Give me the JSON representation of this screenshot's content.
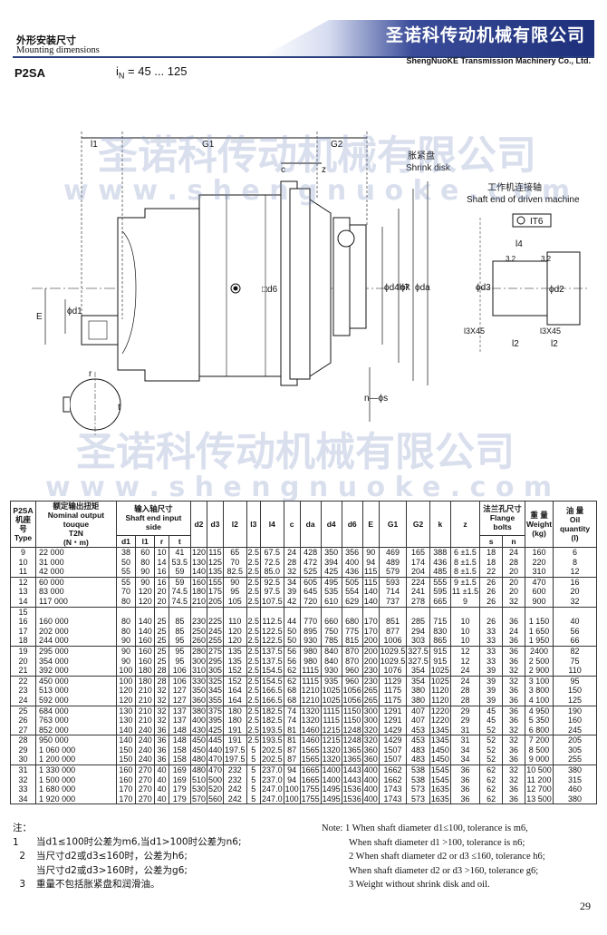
{
  "header": {
    "left_cn": "外形安装尺寸",
    "left_en": "Mounting dimensions",
    "company_cn": "圣诺科传动机械有限公司",
    "company_en": "ShengNuoKE Transmission Machinery Co., Ltd."
  },
  "model": "P2SA",
  "ratio": {
    "symbol": "i",
    "sub": "N",
    "range": "= 45 ... 125"
  },
  "watermark": {
    "cn": "圣诺科传动机械有限公司",
    "en": "w w w . s h e n g n u o k e . c o m"
  },
  "drawing_labels": {
    "l1": "l1",
    "g1": "G1",
    "g2": "G2",
    "c": "c",
    "z": "z",
    "shrink_cn": "胀紧盘",
    "shrink_en": "Shrink disk",
    "driven_cn": "工作机连接轴",
    "driven_en": "Shaft end of driven machine",
    "it6": "IT6",
    "l4": "l4",
    "r32a": "3.2",
    "r32b": "3.2",
    "d3": "ϕd3",
    "d2": "ϕd2",
    "l3x45a": "l3X45",
    "l3x45b": "l3X45",
    "l2a": "l2",
    "l2b": "l2",
    "d6": "□d6",
    "d4h7": "ϕd4h7",
    "k": "ϕk",
    "da": "ϕda",
    "d1": "ϕd1",
    "E": "E",
    "ns": "n—ϕs",
    "r": "r",
    "t": "t"
  },
  "table": {
    "head": {
      "type_cn": "P2SA",
      "type_cn2": "机座号",
      "type_en": "Type",
      "torque_cn": "额定输出扭矩",
      "torque_en": "Nominal output touque",
      "torque_sym": "T2N",
      "torque_unit": "(N・m)",
      "input_cn": "输入轴尺寸",
      "input_en": "Shaft end input side",
      "d1": "d1",
      "l1": "l1",
      "r": "r",
      "t": "t",
      "d2": "d2",
      "d3": "d3",
      "l2": "l2",
      "l3": "l3",
      "l4": "l4",
      "c": "c",
      "da": "da",
      "d4": "d4",
      "d6": "d6",
      "E": "E",
      "G1": "G1",
      "G2": "G2",
      "k": "k",
      "z": "z",
      "flange_cn": "法兰孔尺寸",
      "flange_en": "Flange bolts",
      "s": "s",
      "n": "n",
      "weight_cn": "重 量",
      "weight_en": "Weight",
      "weight_unit": "(kg)",
      "oil_cn": "油 量",
      "oil_en": "Oil quantity",
      "oil_unit": "(l)"
    },
    "groups": [
      {
        "type": "9\n10\n11",
        "t2n": "22 000\n31 000\n42 000",
        "d1": "38\n50\n55",
        "l1": "60\n80\n90",
        "r": "10\n14\n16",
        "t": "41\n53.5\n59",
        "d2": "120\n130\n140",
        "d3": "115\n125\n135",
        "l2": "65\n70\n82.5",
        "l3": "2.5\n2.5\n2.5",
        "l4": "67.5\n72.5\n85.0",
        "c": "24\n28\n32",
        "da": "428\n472\n525",
        "d4": "350\n394\n425",
        "d6": "356\n400\n436",
        "E": "90\n94\n115",
        "G1": "469\n489\n579",
        "G2": "165\n174\n204",
        "k": "388\n436\n485",
        "z": "6 ±1.5\n8 ±1.5\n8 ±1.5",
        "s": "18\n18\n22",
        "n": "24\n28\n20",
        "w": "160\n220\n310",
        "oil": "6\n8\n12"
      },
      {
        "type": "12\n13\n14",
        "t2n": "60 000\n83 000\n117 000",
        "d1": "55\n70\n80",
        "l1": "90\n120\n120",
        "r": "16\n20\n20",
        "t": "59\n74.5\n74.5",
        "d2": "160\n180\n210",
        "d3": "155\n175\n205",
        "l2": "90\n95\n105",
        "l3": "2.5\n2.5\n2.5",
        "l4": "92.5\n97.5\n107.5",
        "c": "34\n39\n42",
        "da": "605\n645\n720",
        "d4": "495\n535\n610",
        "d6": "505\n554\n629",
        "E": "115\n140\n140",
        "G1": "593\n714\n737",
        "G2": "224\n241\n278",
        "k": "555\n595\n665",
        "z": "9 ±1.5\n11 ±1.5\n9",
        "s": "26\n26\n26",
        "n": "20\n20\n32",
        "w": "470\n600\n900",
        "oil": "16\n20\n32"
      },
      {
        "type": "15\n16\n17\n18",
        "t2n": "\n160 000\n202 000\n244 000",
        "d1": "\n80\n80\n90",
        "l1": "\n140\n140\n160",
        "r": "\n25\n25\n25",
        "t": "\n85\n85\n95",
        "d2": "\n230\n250\n260",
        "d3": "\n225\n245\n255",
        "l2": "\n110\n120\n120",
        "l3": "\n2.5\n2.5\n2.5",
        "l4": "\n112.5\n122.5\n122.5",
        "c": "\n44\n50\n50",
        "da": "\n770\n895\n930",
        "d4": "\n660\n750\n785",
        "d6": "\n680\n775\n815",
        "E": "\n170\n170\n200",
        "G1": "\n851\n877\n1006",
        "G2": "\n285\n294\n303",
        "k": "\n715\n830\n865",
        "z": "\n10\n10\n10",
        "s": "\n26\n33\n33",
        "n": "\n36\n24\n36",
        "w": "\n1 150\n1 650\n1 950",
        "oil": "\n40\n56\n66"
      },
      {
        "type": "19\n20\n21",
        "t2n": "295 000\n354 000\n392 000",
        "d1": "90\n90\n100",
        "l1": "160\n160\n180",
        "r": "25\n25\n28",
        "t": "95\n95\n106",
        "d2": "280\n300\n310",
        "d3": "275\n295\n305",
        "l2": "135\n135\n152",
        "l3": "2.5\n2.5\n2.5",
        "l4": "137.5\n137.5\n154.5",
        "c": "56\n56\n62",
        "da": "980\n980\n1115",
        "d4": "840\n840\n930",
        "d6": "870\n870\n960",
        "E": "200\n200\n230",
        "G1": "1029.5\n1029.5\n1076",
        "G2": "327.5\n327.5\n354",
        "k": "915\n915\n1025",
        "z": "12\n12\n24",
        "s": "33\n33\n39",
        "n": "36\n36\n32",
        "w": "2400\n2 500\n2 900",
        "oil": "82\n75\n110"
      },
      {
        "type": "22\n23\n24",
        "t2n": "450 000\n513 000\n592 000",
        "d1": "100\n120\n120",
        "l1": "180\n210\n210",
        "r": "28\n32\n32",
        "t": "106\n127\n127",
        "d2": "330\n350\n360",
        "d3": "325\n345\n355",
        "l2": "152\n164\n164",
        "l3": "2.5\n2.5\n2.5",
        "l4": "154.5\n166.5\n166.5",
        "c": "62\n68\n68",
        "da": "1115\n1210\n1210",
        "d4": "935\n1025\n1025",
        "d6": "960\n1056\n1056",
        "E": "230\n265\n265",
        "G1": "1129\n1175\n1175",
        "G2": "354\n380\n380",
        "k": "1025\n1120\n1120",
        "z": "24\n28\n28",
        "s": "39\n39\n39",
        "n": "32\n36\n36",
        "w": "3 100\n3 800\n4 100",
        "oil": "95\n150\n125"
      },
      {
        "type": "25\n26\n27",
        "t2n": "684 000\n763 000\n852 000",
        "d1": "130\n130\n140",
        "l1": "210\n210\n240",
        "r": "32\n32\n36",
        "t": "137\n137\n148",
        "d2": "380\n400\n430",
        "d3": "375\n395\n425",
        "l2": "180\n180\n191",
        "l3": "2.5\n2.5\n2.5",
        "l4": "182.5\n182.5\n193.5",
        "c": "74\n74\n81",
        "da": "1320\n1320\n1460",
        "d4": "1115\n1115\n1215",
        "d6": "1150\n1150\n1248",
        "E": "300\n300\n320",
        "G1": "1291\n1291\n1429",
        "G2": "407\n407\n453",
        "k": "1220\n1220\n1345",
        "z": "29\n29\n31",
        "s": "45\n45\n52",
        "n": "36\n36\n32",
        "w": "4 950\n5 350\n6 800",
        "oil": "190\n160\n245"
      },
      {
        "type": "28\n29\n30",
        "t2n": "950 000\n1 060 000\n1 200 000",
        "d1": "140\n150\n150",
        "l1": "240\n240\n240",
        "r": "36\n36\n36",
        "t": "148\n158\n158",
        "d2": "450\n450\n480",
        "d3": "445\n440\n470",
        "l2": "191\n197.5\n197.5",
        "l3": "2.5\n5\n5",
        "l4": "193.5\n202.5\n202.5",
        "c": "81\n87\n87",
        "da": "1460\n1565\n1565",
        "d4": "1215\n1320\n1320",
        "d6": "1248\n1365\n1365",
        "E": "320\n360\n360",
        "G1": "1429\n1507\n1507",
        "G2": "453\n483\n483",
        "k": "1345\n1450\n1450",
        "z": "31\n34\n34",
        "s": "52\n52\n52",
        "n": "32\n36\n36",
        "w": "7 200\n8 500\n9 000",
        "oil": "205\n305\n255"
      },
      {
        "type": "31\n32\n33\n34",
        "t2n": "1 330 000\n1 500 000\n1 680 000\n1 920 000",
        "d1": "160\n160\n170\n170",
        "l1": "270\n270\n270\n270",
        "r": "40\n40\n40\n40",
        "t": "169\n169\n179\n179",
        "d2": "480\n510\n530\n570",
        "d3": "470\n500\n520\n560",
        "l2": "232\n232\n242\n242",
        "l3": "5\n5\n5\n5",
        "l4": "237.0\n237.0\n247.0\n247.0",
        "c": "94\n94\n100\n100",
        "da": "1665\n1665\n1755\n1755",
        "d4": "1400\n1400\n1495\n1495",
        "d6": "1443\n1443\n1536\n1536",
        "E": "400\n400\n400\n400",
        "G1": "1662\n1662\n1743\n1743",
        "G2": "538\n538\n573\n573",
        "k": "1545\n1545\n1635\n1635",
        "z": "36\n36\n36\n36",
        "s": "62\n62\n62\n62",
        "n": "32\n32\n36\n36",
        "w": "10 500\n11 200\n12 700\n13 500",
        "oil": "380\n315\n460\n380"
      }
    ]
  },
  "notes_cn": [
    {
      "n": "注：1",
      "t": "当d1≤100时公差为m6,当d1>100时公差为n6;"
    },
    {
      "n": "2",
      "t": "当尺寸d2或d3≤160时，公差为h6;"
    },
    {
      "n": "",
      "t": "当尺寸d2或d3>160时，公差为g6;"
    },
    {
      "n": "3",
      "t": "重量不包括胀紧盘和润滑油。"
    }
  ],
  "notes_en": [
    "Note: 1 When shaft diameter d1≤100, tolerance is m6,",
    "When shaft diameter d1 >100, tolerance is n6;",
    "2 When shaft diameter d2 or d3 ≤160, tolerance h6;",
    "When shaft diameter d2 or d3 >160, tolerance g6;",
    "3 Weight without shrink disk and oil."
  ],
  "page_number": "29"
}
